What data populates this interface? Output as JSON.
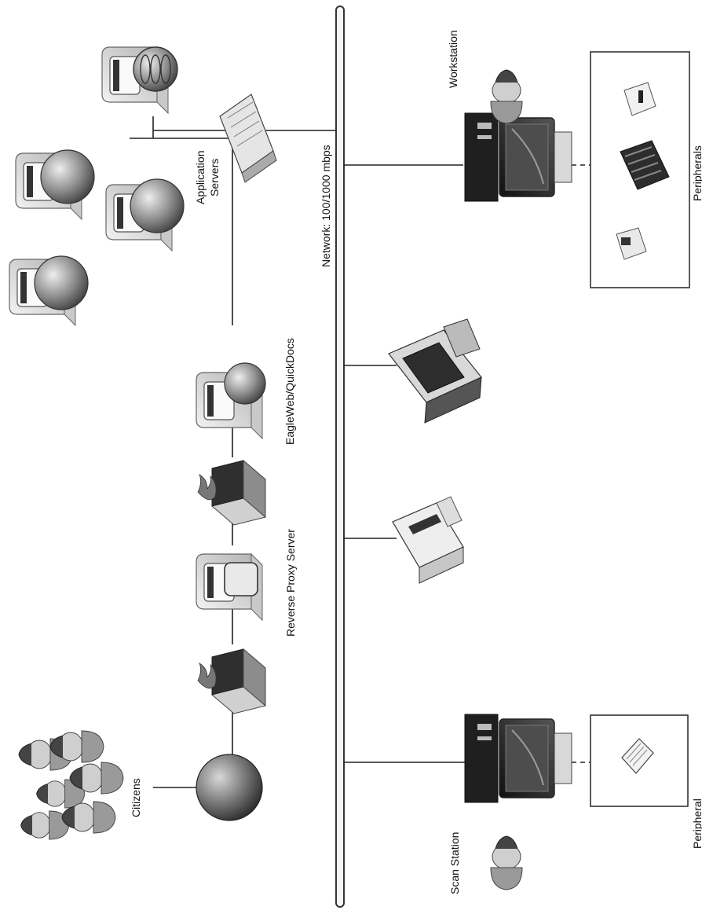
{
  "labels": {
    "citizens": "Citizens",
    "reverse_proxy_server": "Reverse Proxy Server",
    "eagleweb_quickdocs": "EagleWeb/QuickDocs",
    "application_servers_line1": "Application",
    "application_servers_line2": "Servers",
    "network": "Network: 100/1000 mbps",
    "workstation": "Workstation",
    "peripherals": "Peripherals",
    "scan_station": "Scan Station",
    "peripheral": "Peripheral"
  },
  "colors": {
    "line": "#222222",
    "server_body": "#dcdcdc",
    "screen": "#2f2f2f",
    "globe": "#6e6e6e",
    "firewall": "#3a3a3a",
    "flame": "#8a8a8a"
  }
}
